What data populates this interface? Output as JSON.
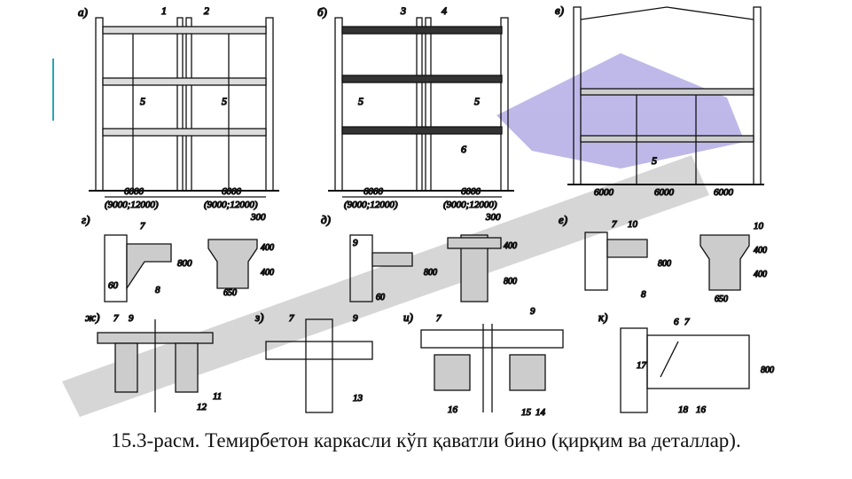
{
  "caption": "15.3-расм. Темирбетон каркасли кўп қаватли бино (қирқим ва деталлар).",
  "colors": {
    "accent": "#2aa3b5",
    "watermark_purple": "#8a7fd8",
    "watermark_gray": "#b5b5b5",
    "ink": "#111111"
  },
  "figure": {
    "panels": {
      "a": "а)",
      "b": "б)",
      "v": "в)",
      "g": "г)",
      "d": "д)",
      "e": "е)",
      "zh": "ж)",
      "z": "з)",
      "i": "и)",
      "k": "к)"
    },
    "frame_a": {
      "n1": "1",
      "n2": "2",
      "n5a": "5",
      "n5b": "5",
      "dim1": "6000",
      "dim1b": "(9000;12000)",
      "dim2": "6000",
      "dim2b": "(9000;12000)"
    },
    "frame_b": {
      "n3": "3",
      "n4": "4",
      "n5a": "5",
      "n5b": "5",
      "n6": "6",
      "dim1": "6000",
      "dim1b": "(9000;12000)",
      "dim2": "6000",
      "dim2b": "(9000;12000)"
    },
    "frame_v": {
      "n5": "5",
      "dim1": "6000",
      "dim2": "6000",
      "dim3": "6000"
    },
    "detail_g": {
      "n7": "7",
      "n8": "8",
      "d800": "800",
      "d60": "60",
      "d300": "300",
      "d400a": "400",
      "d400b": "400",
      "d650": "650"
    },
    "detail_d": {
      "n9": "9",
      "d800a": "800",
      "d60": "60",
      "d300": "300",
      "d400": "400",
      "d800b": "800"
    },
    "detail_e": {
      "n7": "7",
      "n10a": "10",
      "n10b": "10",
      "n8": "8",
      "d800": "800",
      "d400a": "400",
      "d400b": "400",
      "d650": "650"
    },
    "detail_zh": {
      "n7": "7",
      "n9": "9",
      "n11": "11",
      "n12": "12"
    },
    "detail_z": {
      "n7": "7",
      "n9": "9",
      "n13": "13"
    },
    "detail_i": {
      "n7": "7",
      "n9": "9",
      "n16": "16",
      "n15": "15",
      "n14": "14"
    },
    "detail_k": {
      "n6": "6",
      "n7": "7",
      "n17": "17",
      "n18": "18",
      "n16": "16",
      "d800": "800"
    }
  }
}
